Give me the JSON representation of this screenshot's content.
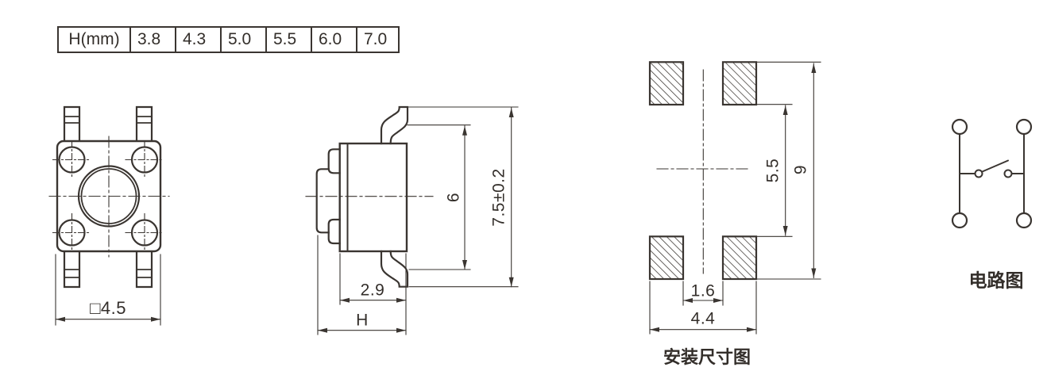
{
  "h_table": {
    "header": "H(mm)",
    "values": [
      "3.8",
      "4.3",
      "5.0",
      "5.5",
      "6.0",
      "7.0"
    ]
  },
  "top_view": {
    "dim_body_square": "□4.5"
  },
  "side_view": {
    "dim_body_width": "2.9",
    "dim_total_height": "H",
    "dim_lead_inner": "6",
    "dim_lead_outer": "7.5±0.2"
  },
  "mount_view": {
    "caption": "安装尺寸图",
    "dim_pad_gap": "1.6",
    "dim_pad_span": "4.4",
    "dim_pad_inner_vertical": "5.5",
    "dim_pad_outer_vertical": "9"
  },
  "circuit": {
    "caption": "电路图"
  },
  "colors": {
    "line": "#3a3531",
    "text": "#332e2a"
  }
}
